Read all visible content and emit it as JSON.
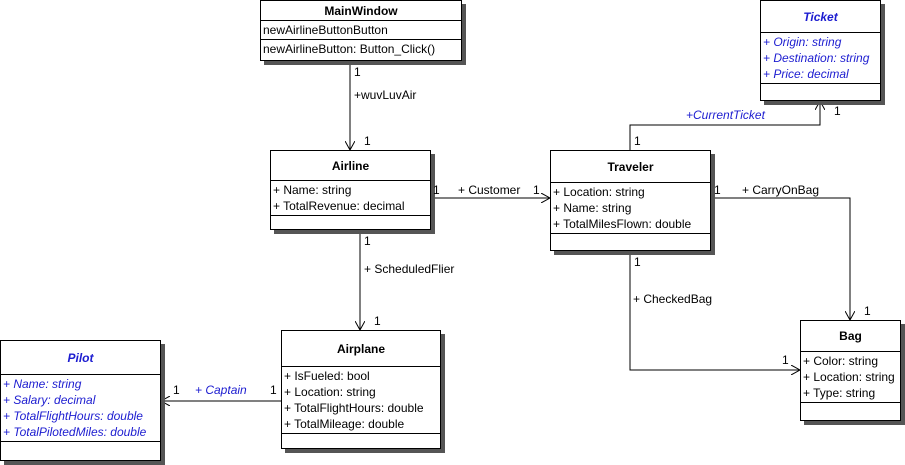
{
  "classes": {
    "mainwindow": {
      "name": "MainWindow",
      "attributes": [
        "newAirlineButtonButton"
      ],
      "operations": [
        "newAirlineButton: Button_Click()"
      ]
    },
    "ticket": {
      "name": "Ticket",
      "attributes": [
        "+ Origin: string",
        "+ Destination: string",
        "+ Price: decimal"
      ]
    },
    "airline": {
      "name": "Airline",
      "attributes": [
        "+ Name: string",
        "+ TotalRevenue: decimal"
      ]
    },
    "traveler": {
      "name": "Traveler",
      "attributes": [
        "+ Location: string",
        "+ Name: string",
        "+ TotalMilesFlown: double"
      ]
    },
    "pilot": {
      "name": "Pilot",
      "attributes": [
        "+ Name: string",
        "+ Salary: decimal",
        "+ TotalFlightHours: double",
        "+ TotalPilotedMiles: double"
      ]
    },
    "airplane": {
      "name": "Airplane",
      "attributes": [
        "+ IsFueled: bool",
        "+ Location: string",
        "+ TotalFlightHours: double",
        "+ TotalMileage: double"
      ]
    },
    "bag": {
      "name": "Bag",
      "attributes": [
        "+ Color: string",
        "+ Location: string",
        "+ Type: string"
      ]
    }
  },
  "associations": {
    "wuvluvair": {
      "role": "+wuvLuvAir",
      "source_mult": "1",
      "target_mult": "1"
    },
    "customer": {
      "role": "+ Customer",
      "source_mult": "1",
      "target_mult": "1"
    },
    "currentticket": {
      "role": "+CurrentTicket",
      "source_mult": "1",
      "target_mult": "1"
    },
    "carryonbag": {
      "role": "+ CarryOnBag",
      "source_mult": "1",
      "target_mult": "1"
    },
    "scheduledflier": {
      "role": "+ ScheduledFlier",
      "source_mult": "1",
      "target_mult": "1"
    },
    "checkedbag": {
      "role": "+ CheckedBag",
      "source_mult": "1",
      "target_mult": "1"
    },
    "captain": {
      "role": "+ Captain",
      "source_mult": "1",
      "target_mult": "1"
    }
  },
  "colors": {
    "abstract_text": "#1c1cd0",
    "line": "#000000",
    "shadow": "#555555"
  }
}
